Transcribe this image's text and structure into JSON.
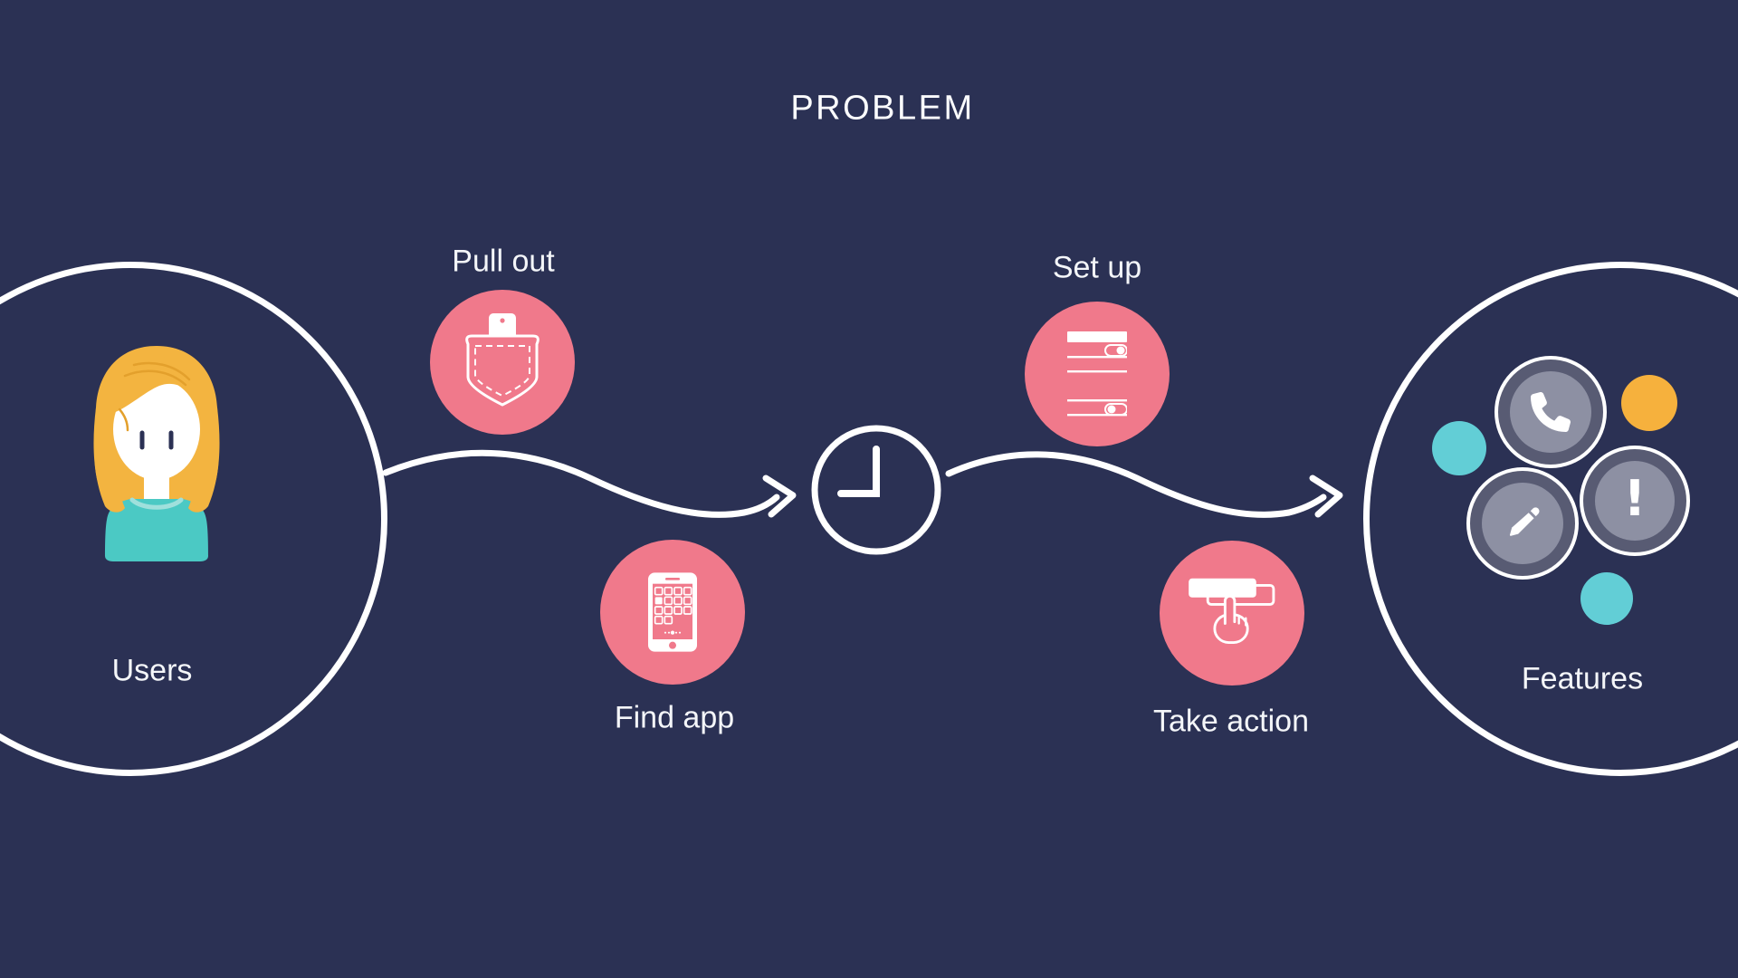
{
  "title": "PROBLEM",
  "endpoints": {
    "users": {
      "label": "Users",
      "icon": "user-avatar"
    },
    "features": {
      "label": "Features"
    }
  },
  "steps": [
    {
      "label": "Pull out",
      "icon": "pocket-phone-icon"
    },
    {
      "label": "Find app",
      "icon": "app-grid-phone-icon"
    },
    {
      "label": "Set up",
      "icon": "settings-toggles-icon"
    },
    {
      "label": "Take action",
      "icon": "tap-button-icon"
    }
  ],
  "middle": {
    "icon": "clock-icon"
  },
  "feature_cluster": {
    "exclamation_glyph": "!",
    "icons": [
      "phone-call-icon",
      "edit-pencil-icon",
      "alert-exclamation-icon"
    ],
    "decor_dots": [
      "teal",
      "yellow",
      "teal"
    ]
  },
  "colors": {
    "background": "#2b3154",
    "accent_pink": "#f0798b",
    "accent_teal": "#62ced6",
    "accent_yellow": "#f6b13d",
    "shirt_teal": "#4bc9c4",
    "hair_orange": "#f3b440",
    "bubble_gray": "#8d90a3",
    "line_white": "#ffffff"
  }
}
